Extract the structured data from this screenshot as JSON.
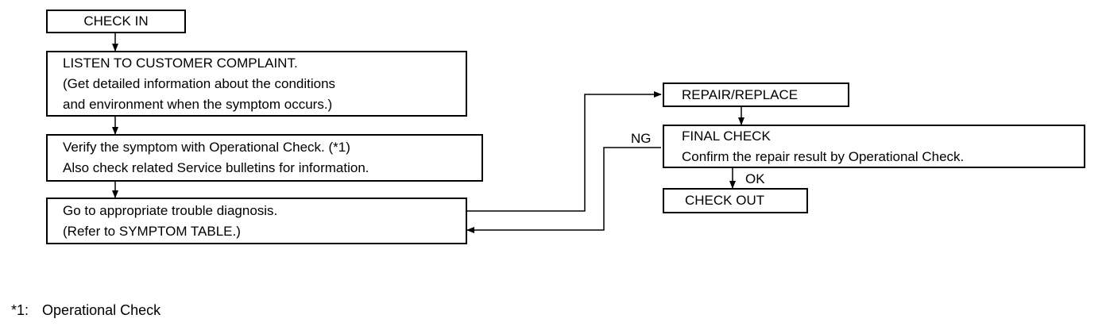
{
  "flowchart": {
    "check_in": "CHECK IN",
    "listen": {
      "title": "LISTEN TO CUSTOMER COMPLAINT.",
      "line2": "(Get detailed information about the conditions",
      "line3": "and environment when the symptom occurs.)"
    },
    "verify": {
      "line1": "Verify the symptom with Operational Check. (*1)",
      "line2": "Also check related Service bulletins for information."
    },
    "diagnosis": {
      "line1": "Go to appropriate trouble diagnosis.",
      "line2": "(Refer to SYMPTOM TABLE.)"
    },
    "repair_replace": "REPAIR/REPLACE",
    "final_check": {
      "title": "FINAL CHECK",
      "line2": "Confirm the repair result by Operational Check."
    },
    "check_out": "CHECK OUT",
    "ng_label": "NG",
    "ok_label": "OK"
  },
  "footnote": {
    "marker": "*1:",
    "text": "Operational Check"
  }
}
